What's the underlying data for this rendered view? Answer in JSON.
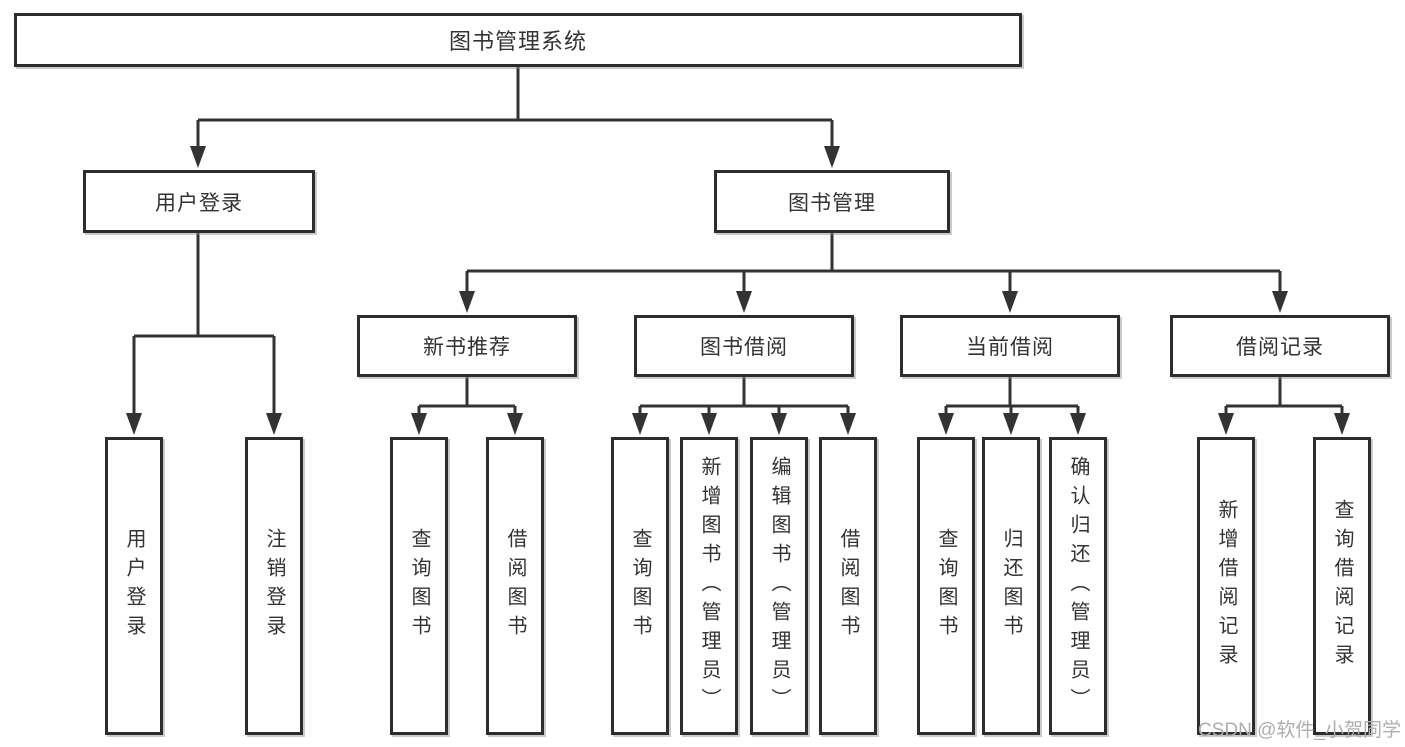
{
  "diagram": {
    "title": "图书管理系统",
    "branches": [
      {
        "label": "用户登录",
        "children": [
          {
            "label": "用户登录"
          },
          {
            "label": "注销登录"
          }
        ]
      },
      {
        "label": "图书管理",
        "children": [
          {
            "label": "新书推荐",
            "children": [
              {
                "label": "查询图书"
              },
              {
                "label": "借阅图书"
              }
            ]
          },
          {
            "label": "图书借阅",
            "children": [
              {
                "label": "查询图书"
              },
              {
                "label": "新增图书（管理员）"
              },
              {
                "label": "编辑图书（管理员）"
              },
              {
                "label": "借阅图书"
              }
            ]
          },
          {
            "label": "当前借阅",
            "children": [
              {
                "label": "查询图书"
              },
              {
                "label": "归还图书"
              },
              {
                "label": "确认归还（管理员）"
              }
            ]
          },
          {
            "label": "借阅记录",
            "children": [
              {
                "label": "新增借阅记录"
              },
              {
                "label": "查询借阅记录"
              }
            ]
          }
        ]
      }
    ]
  },
  "watermark": "CSDN @软件_小贺同学",
  "colors": {
    "line": "#333333",
    "box_border": "#2d2d2d",
    "text": "#333333",
    "background": "#ffffff",
    "watermark": "#aeaeae"
  }
}
